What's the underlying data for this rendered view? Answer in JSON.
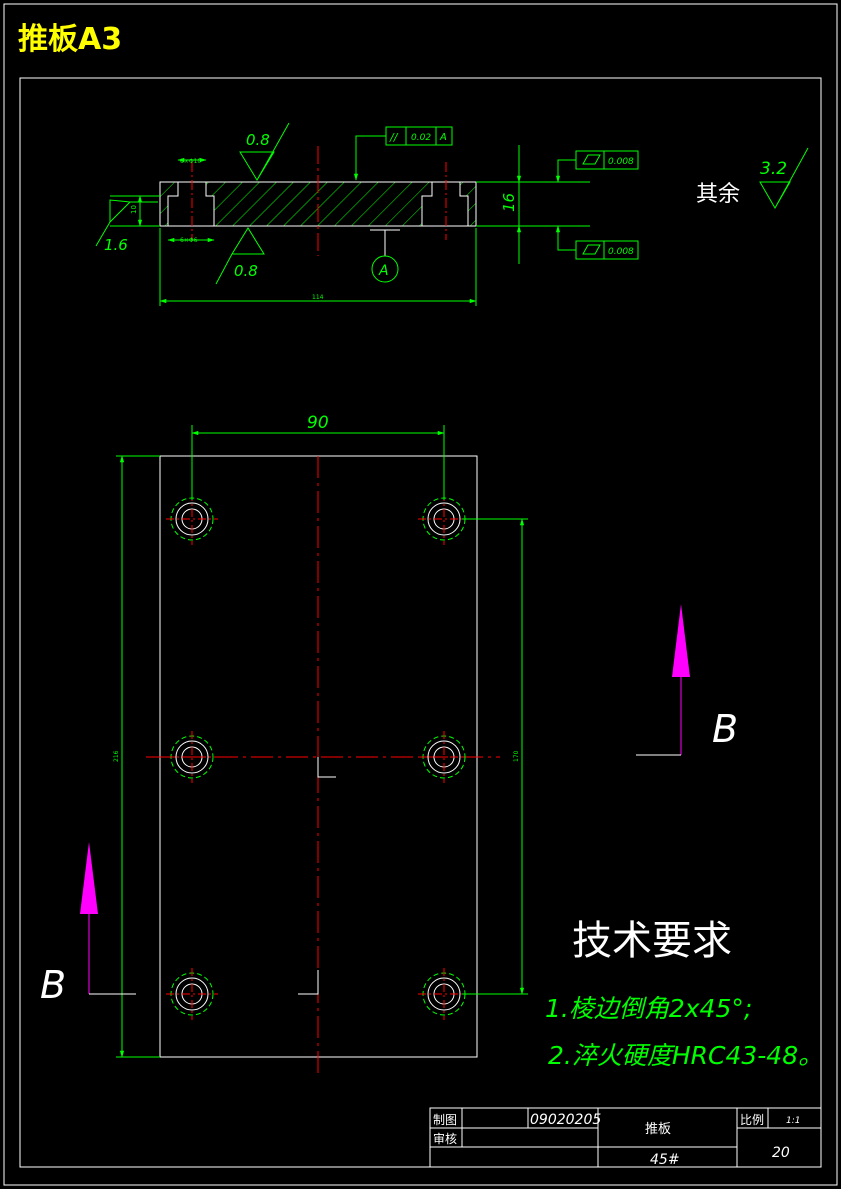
{
  "sheet_title": "推板A3",
  "colors": {
    "background": "#000000",
    "outline": "#ffffff",
    "dimension": "#00ff00",
    "centerline": "#ff0000",
    "section_arrow": "#ff00ff",
    "title_text": "#ffff00"
  },
  "side_view": {
    "roughness_top": "0.8",
    "roughness_bottom": "0.8",
    "roughness_left": "1.6",
    "parallelism": {
      "symbol": "//",
      "tolerance": "0.02",
      "datum": "A"
    },
    "flatness_top": {
      "symbol": "▱",
      "tolerance": "0.008"
    },
    "flatness_bottom": {
      "symbol": "▱",
      "tolerance": "0.008"
    },
    "thickness": "16",
    "step": "10",
    "length": "114",
    "counterbore_label": "6×Φ10",
    "hole_label": "6×Φ6",
    "datum_label": "A"
  },
  "other_roughness": {
    "label": "其余",
    "value": "3.2"
  },
  "top_view": {
    "hole_spacing": "90",
    "overall_length": "216",
    "hole_pitch_total": "170"
  },
  "section_label": "B",
  "technical_requirements": {
    "heading": "技术要求",
    "items": [
      "1.棱边倒角2x45°;",
      "2.淬火硬度HRC43-48。"
    ]
  },
  "title_block": {
    "drawn_label": "制图",
    "check_label": "审核",
    "drawing_no": "09020205",
    "part_name": "推板",
    "scale_label": "比例",
    "scale_value": "1:1",
    "material": "45#",
    "quantity": "20"
  }
}
